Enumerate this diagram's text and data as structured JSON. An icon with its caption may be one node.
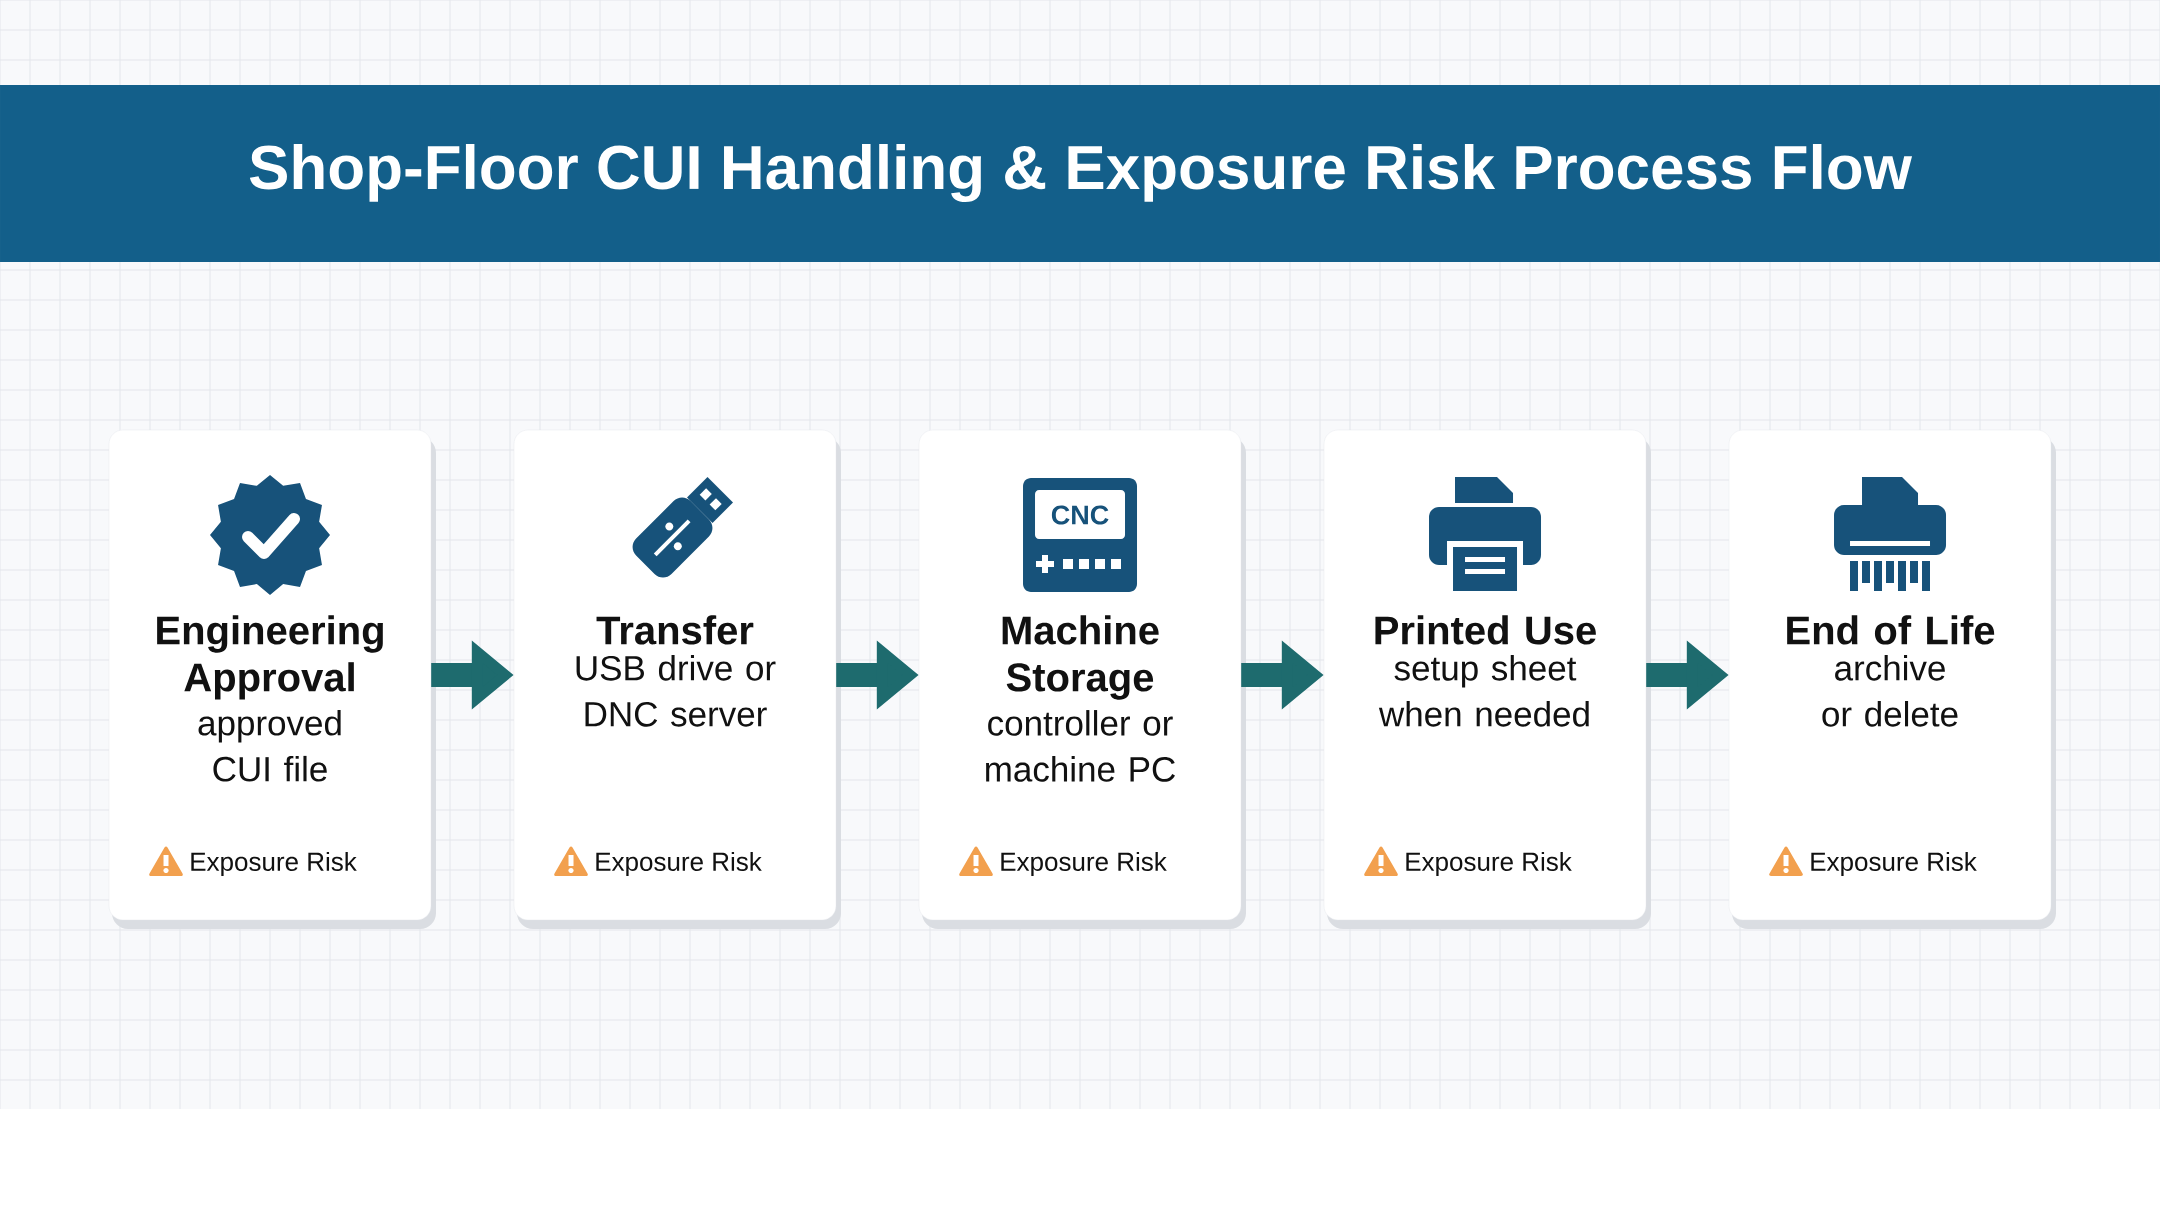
{
  "diagram": {
    "title": "Shop-Floor CUI Handling & Exposure Risk Process Flow",
    "nodes": [
      {
        "text": [
          "Engineering Approval",
          "approved CUI file",
          "Exposure Risk"
        ]
      },
      {
        "text": [
          "Transfer",
          "USB drive or DNC server",
          "Exposure Risk"
        ]
      },
      {
        "text": [
          "Machine Storage",
          "controller or machine PC",
          "Exposure Risk"
        ]
      },
      {
        "text": [
          "Printed Use",
          "setup sheet when needed",
          "Exposure Risk"
        ]
      },
      {
        "text": [
          "End of Life",
          "archive or delete",
          "Exposure Risk"
        ]
      }
    ],
    "edges": [
      {
        "from": 0,
        "to": 1,
        "arrow": "to"
      },
      {
        "from": 1,
        "to": 2,
        "arrow": "to"
      },
      {
        "from": 2,
        "to": 3,
        "arrow": "to"
      },
      {
        "from": 3,
        "to": 4,
        "arrow": "to"
      }
    ],
    "labels": [
      "CNC"
    ]
  }
}
